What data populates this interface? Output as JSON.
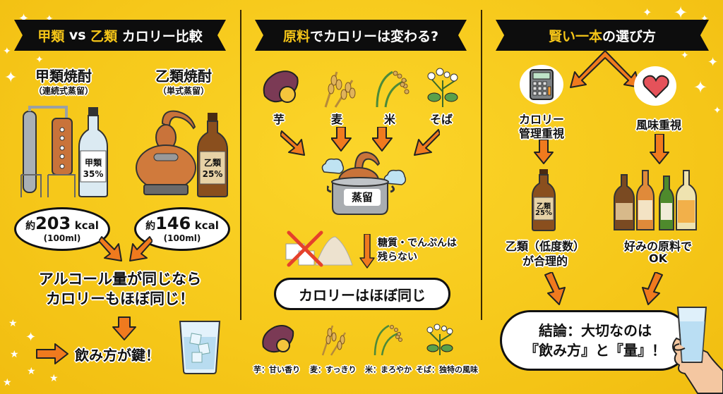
{
  "colors": {
    "background": "#f5c518",
    "banner": "#0d0d0d",
    "accent_yellow": "#f5c518",
    "arrow": "#f07a1e",
    "outline": "#111111"
  },
  "left_panel": {
    "title_parts": [
      {
        "text": "甲類",
        "highlight": true
      },
      {
        "text": " vs ",
        "highlight": false
      },
      {
        "text": "乙類",
        "highlight": true
      },
      {
        "text": " カロリー比較",
        "highlight": false
      }
    ],
    "korui": {
      "name": "甲類焼酎",
      "method": "（連続式蒸留）",
      "bottle_label": "甲類",
      "bottle_abv": "35%",
      "calorie_prefix": "約",
      "calorie_value": "203",
      "calorie_unit": "kcal",
      "calorie_basis": "(100ml)"
    },
    "otsurui": {
      "name": "乙類焼酎",
      "method": "（単式蒸留）",
      "bottle_label": "乙類",
      "bottle_abv": "25%",
      "calorie_prefix": "約",
      "calorie_value": "146",
      "calorie_unit": "kcal",
      "calorie_basis": "(100ml)"
    },
    "conclusion_line1": "アルコール量が同じなら",
    "conclusion_line2": "カロリーもほぼ同じ！",
    "key_text": "飲み方が鍵！",
    "icons": [
      "continuous-still-icon",
      "clear-bottle-icon",
      "pot-still-icon",
      "brown-bottle-icon",
      "glass-with-ice-icon"
    ]
  },
  "middle_panel": {
    "title_parts": [
      {
        "text": "原料",
        "highlight": true
      },
      {
        "text": "でカロリーは変わる?",
        "highlight": false
      }
    ],
    "ingredients": [
      {
        "label": "芋",
        "icon": "sweet-potato-icon",
        "note": "芋：甘い香り"
      },
      {
        "label": "麦",
        "icon": "wheat-icon",
        "note": "麦：すっきり"
      },
      {
        "label": "米",
        "icon": "rice-icon",
        "note": "米：まろやか"
      },
      {
        "label": "そば",
        "icon": "buckwheat-icon",
        "note": "そば：独特の風味"
      }
    ],
    "distill_label": "蒸留",
    "residue_line1": "糖質・でんぷんは",
    "residue_line2": "残らない",
    "result": "カロリーはほぼ同じ"
  },
  "right_panel": {
    "title_parts": [
      {
        "text": "賢い一本",
        "highlight": true
      },
      {
        "text": "の選び方",
        "highlight": false
      }
    ],
    "options": [
      {
        "icon": "calculator-icon",
        "title_line1": "カロリー",
        "title_line2": "管理重視",
        "bottle_label": "乙類",
        "bottle_abv": "25%",
        "result_line1": "乙類（低度数）",
        "result_line2": "が合理的"
      },
      {
        "icon": "heart-icon",
        "title_line1": "風味重視",
        "title_line2": "",
        "result_line1": "好みの原料で",
        "result_line2": "OK"
      }
    ],
    "final_line1": "結論：大切なのは",
    "final_line2": "『飲み方』と『量』！"
  }
}
